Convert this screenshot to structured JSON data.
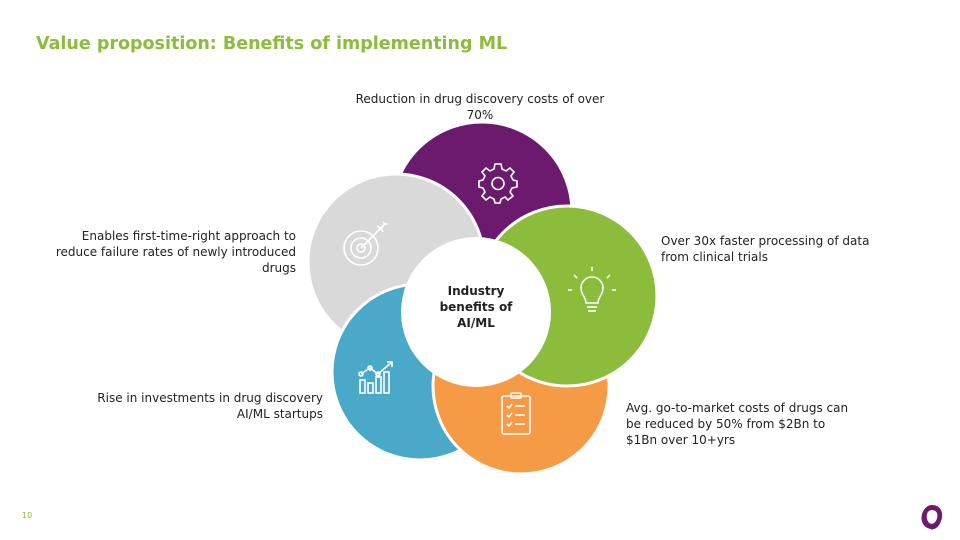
{
  "title": "Value proposition: Benefits of implementing ML",
  "center_label": "Industry benefits of AI/ML",
  "petals": [
    {
      "id": "top",
      "color": "#6b1a6e",
      "icon": "gear-icon",
      "text": "Reduction in drug discovery costs of over 70%"
    },
    {
      "id": "right",
      "color": "#8cbc3c",
      "icon": "lightbulb-icon",
      "text": "Over 30x faster processing of data from clinical trials"
    },
    {
      "id": "bottom-right",
      "color": "#f59a45",
      "icon": "checklist-icon",
      "text": "Avg. go-to-market costs of drugs can be reduced by 50% from $2Bn to $1Bn over 10+yrs"
    },
    {
      "id": "bottom-left",
      "color": "#4aa9c8",
      "icon": "growth-chart-icon",
      "text": "Rise in investments in drug discovery AI/ML startups"
    },
    {
      "id": "left",
      "color": "#d9d9d9",
      "icon": "target-icon",
      "text": "Enables first-time-right approach to reduce failure rates of newly introduced drugs"
    }
  ],
  "page_number": "10",
  "logo_color": "#6b1a6e"
}
